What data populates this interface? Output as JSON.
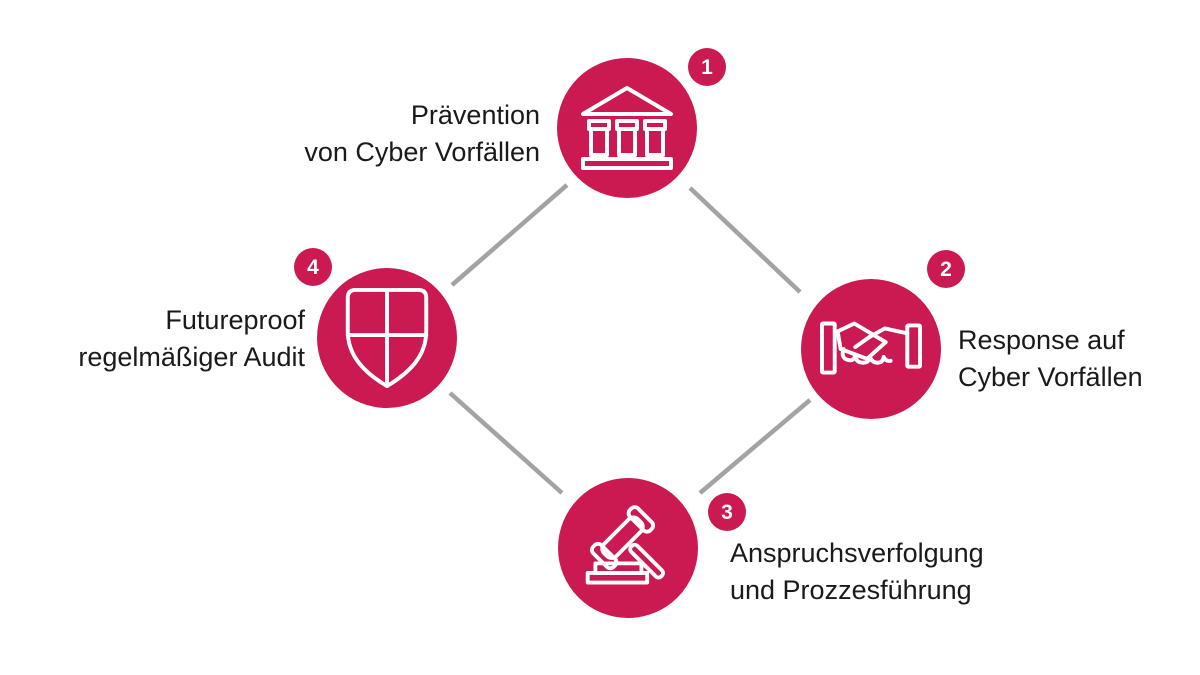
{
  "diagram": {
    "type": "cycle-diagram",
    "background_color": "#FFFFFF",
    "accent_color": "#CA1A51",
    "connector_color": "#A3A3A3",
    "text_color": "#1A1A1A",
    "icon_color": "#FFFFFF",
    "steps": [
      {
        "number": "1",
        "icon": "bank-building-icon",
        "label_line1": "Prävention",
        "label_line2": "von Cyber Vorfällen"
      },
      {
        "number": "2",
        "icon": "handshake-icon",
        "label_line1": "Response auf",
        "label_line2": "Cyber Vorfällen"
      },
      {
        "number": "3",
        "icon": "gavel-icon",
        "label_line1": "Anspruchsverfolgung",
        "label_line2": "und Prozzesführung"
      },
      {
        "number": "4",
        "icon": "shield-icon",
        "label_line1": "Futureproof",
        "label_line2": "regelmäßiger Audit"
      }
    ]
  }
}
